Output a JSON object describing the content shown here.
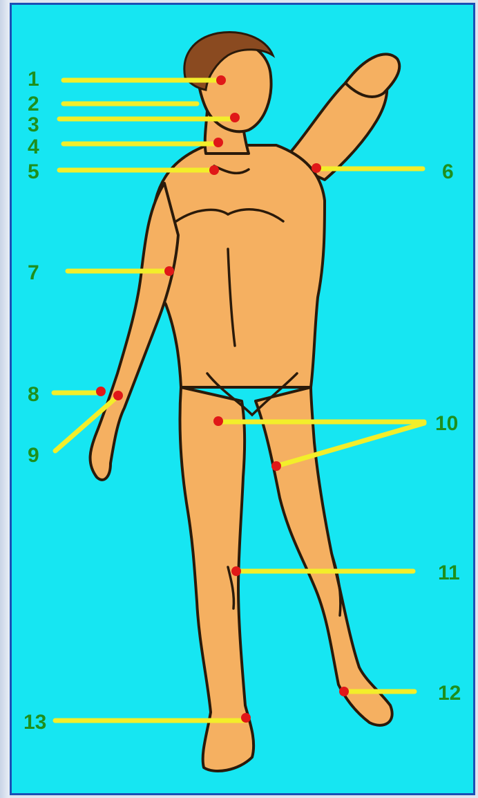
{
  "labels": [
    {
      "id": "1",
      "text": "1"
    },
    {
      "id": "2",
      "text": "2"
    },
    {
      "id": "3",
      "text": "3"
    },
    {
      "id": "4",
      "text": "4"
    },
    {
      "id": "5",
      "text": "5"
    },
    {
      "id": "6",
      "text": "6"
    },
    {
      "id": "7",
      "text": "7"
    },
    {
      "id": "8",
      "text": "8"
    },
    {
      "id": "9",
      "text": "9"
    },
    {
      "id": "10",
      "text": "10"
    },
    {
      "id": "11",
      "text": "11"
    },
    {
      "id": "12",
      "text": "12"
    },
    {
      "id": "13",
      "text": "13"
    }
  ],
  "colors": {
    "background": "#16e6f2",
    "border": "#1b4fb5",
    "skin": "#f5b061",
    "pointer_line": "#f3ee2a",
    "point": "#e01818",
    "label_text": "#1e8f1e"
  }
}
